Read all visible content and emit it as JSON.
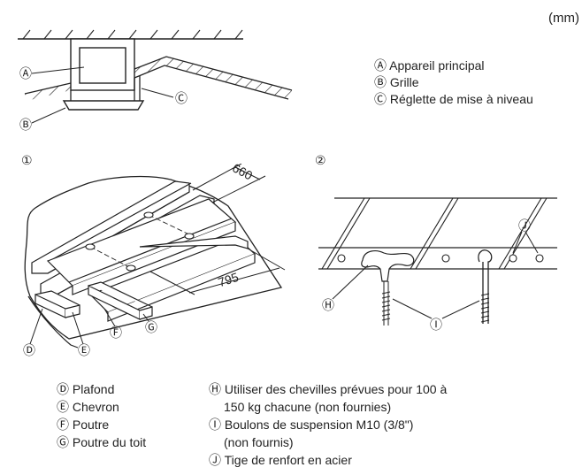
{
  "unit_label": "(mm)",
  "top_diagram": {
    "callouts": {
      "a": "Ⓐ",
      "b": "Ⓑ",
      "c": "Ⓒ"
    },
    "legend": [
      "Ⓐ Appareil principal",
      "Ⓑ Grille",
      "Ⓒ Réglette de mise à niveau"
    ]
  },
  "figure1": {
    "number": "①",
    "dim_660": "660",
    "dim_795": "795",
    "callouts": {
      "d": "Ⓓ",
      "e": "Ⓔ",
      "f": "Ⓕ",
      "g": "Ⓖ"
    },
    "legend": [
      "Ⓓ Plafond",
      "Ⓔ Chevron",
      "Ⓕ Poutre",
      "Ⓖ Poutre du toit"
    ]
  },
  "figure2": {
    "number": "②",
    "callouts": {
      "h": "Ⓗ",
      "i": "Ⓘ",
      "j": "Ⓙ"
    },
    "legend": [
      "Ⓗ Utiliser des chevilles prévues pour 100 à",
      "150 kg chacune (non fournies)",
      "Ⓘ Boulons de suspension M10 (3/8\")",
      "(non fournis)",
      "Ⓙ Tige de renfort en acier"
    ]
  }
}
